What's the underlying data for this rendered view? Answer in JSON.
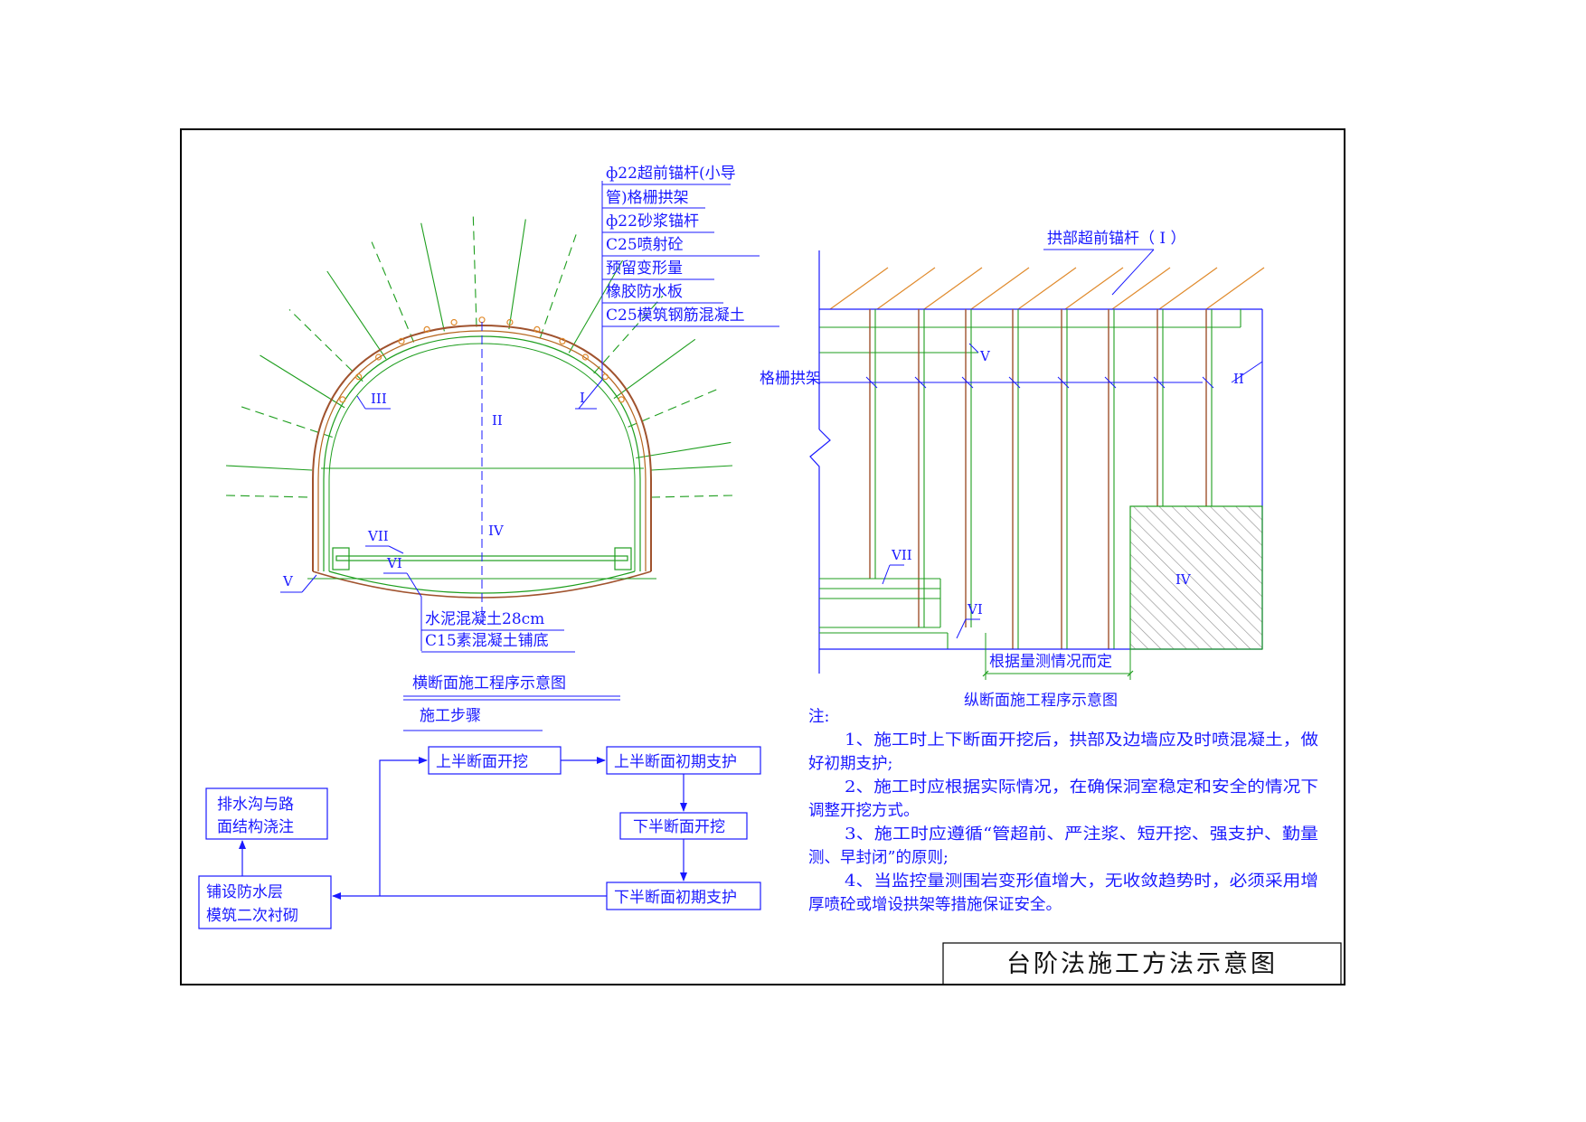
{
  "cross_section": {
    "legend": [
      "ф22超前锚杆(小导",
      "管)格栅拱架",
      "ф22砂浆锚杆",
      "C25喷射砼",
      "预留变形量",
      "橡胶防水板",
      "C25模筑钢筋混凝土"
    ],
    "parts": {
      "I": "I",
      "II": "II",
      "III": "III",
      "IV": "IV",
      "V": "V",
      "VI": "VI",
      "VII": "VII"
    },
    "bottom_labels": [
      "水泥混凝土28cm",
      "C15素混凝土铺底"
    ],
    "title": "横断面施工程序示意图"
  },
  "longitudinal": {
    "top_label": "拱部超前锚杆（ I ）",
    "arch_label": "格栅拱架",
    "parts": {
      "II": "II",
      "IV": "IV",
      "V": "V",
      "VI": "VI",
      "VII": "VII"
    },
    "dim_label": "根据量测情况而定",
    "title": "纵断面施工程序示意图"
  },
  "flow": {
    "heading": "施工步骤",
    "steps": {
      "s1": "上半断面开挖",
      "s2": "上半断面初期支护",
      "s3": "下半断面开挖",
      "s4": "下半断面初期支护",
      "s5a": "铺设防水层",
      "s5b": "模筑二次衬砌",
      "s6a": "排水沟与路",
      "s6b": "面结构浇注"
    }
  },
  "notes": {
    "heading": "注:",
    "lines": [
      "1、施工时上下断面开挖后，拱部及边墙应及时喷混凝土，做",
      "好初期支护;",
      "2、施工时应根据实际情况，在确保洞室稳定和安全的情况下",
      "调整开挖方式。",
      "3、施工时应遵循“管超前、严注浆、短开挖、强支护、勤量",
      "测、早封闭”的原则;",
      "4、当监控量测围岩变形值增大，无收敛趋势时，必须采用增",
      "厚喷砼或增设拱架等措施保证安全。"
    ]
  },
  "drawing_title": "台阶法施工方法示意图",
  "colors": {
    "line_blue": "#1a1aff",
    "anchor_green": "#1e9e1e",
    "lining_brown": "#a0522d",
    "hatch_orange": "#e08a2c",
    "frame_black": "#000000"
  }
}
